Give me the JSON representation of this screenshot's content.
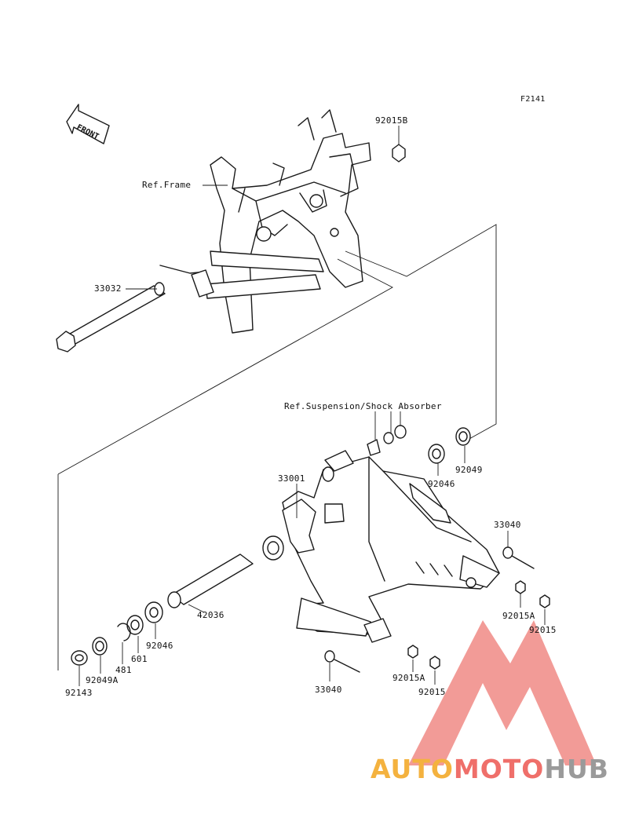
{
  "diagram_code": "F2141",
  "front_label": "FRONT",
  "reference_labels": {
    "frame": "Ref.Frame",
    "suspension": "Ref.Suspension/Shock Absorber"
  },
  "parts": {
    "p92015B": "92015B",
    "p33032": "33032",
    "p33001": "33001",
    "p92046_top": "92046",
    "p92049": "92049",
    "p33040_right": "33040",
    "p42036": "42036",
    "p92046_left": "92046",
    "p601": "601",
    "p481": "481",
    "p92049A": "92049A",
    "p92143": "92143",
    "p92015A_right": "92015A",
    "p92015_right": "92015",
    "p33040_bottom": "33040",
    "p92015A_bottom": "92015A",
    "p92015_bottom": "92015"
  },
  "watermark": {
    "word1": "AUTO",
    "word2": "MOTO",
    "word3": "HUB",
    "colors": {
      "auto": "#f4b23f",
      "moto": "#ef6f6a",
      "hub": "#9a9a9a",
      "triangle": "#f08a85"
    }
  }
}
